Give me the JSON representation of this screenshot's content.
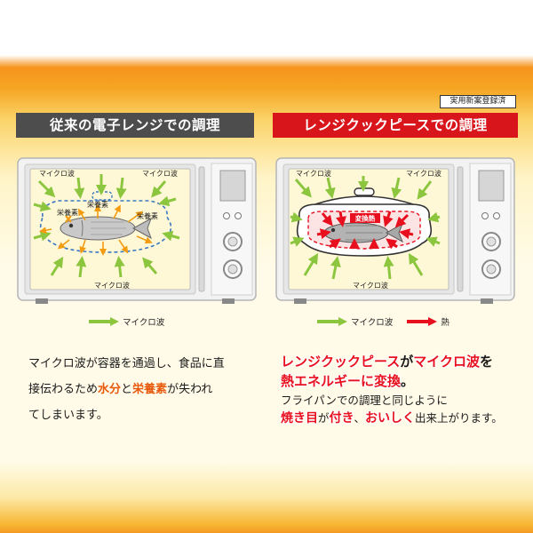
{
  "badge": "実用新案登録済",
  "left": {
    "title": "従来の電子レンジでの調理",
    "labels": {
      "mw_tl": "マイクロ波",
      "mw_tr": "マイクロ波",
      "mw_bottom": "マイクロ波",
      "nutr_1": "栄養素",
      "nutr_2": "栄養素",
      "nutr_3": "栄養素"
    },
    "legend": "マイクロ波",
    "desc": {
      "l1": "マイクロ波が容器を通過し、食品に直",
      "l2a": "接伝わるため",
      "l2b": "水分",
      "l2c": "と",
      "l2d": "栄養素",
      "l2e": "が失われ",
      "l3": "てしまいます。"
    }
  },
  "right": {
    "title": "レンジクックピースでの調理",
    "labels": {
      "mw_tl": "マイクロ波",
      "mw_tr": "マイクロ波",
      "mw_bottom": "マイクロ波",
      "heat": "変換熱"
    },
    "legend_mw": "マイクロ波",
    "legend_heat": "熱",
    "desc": {
      "l1a": "レンジクックピース",
      "l1b": "が",
      "l1c": "マイクロ波",
      "l1d": "を",
      "l2a": "熱エネルギーに変換",
      "l2b": "。",
      "l3": "フライパンでの調理と同じように",
      "l4a": "焼き目",
      "l4b": "が",
      "l4c": "付き",
      "l4d": "、",
      "l4e": "おいしく",
      "l4f": "出来上がります。"
    }
  },
  "colors": {
    "green": "#8cc63f",
    "red": "#e8101e",
    "orange": "#e8590c",
    "dark": "#4d4d4d"
  }
}
